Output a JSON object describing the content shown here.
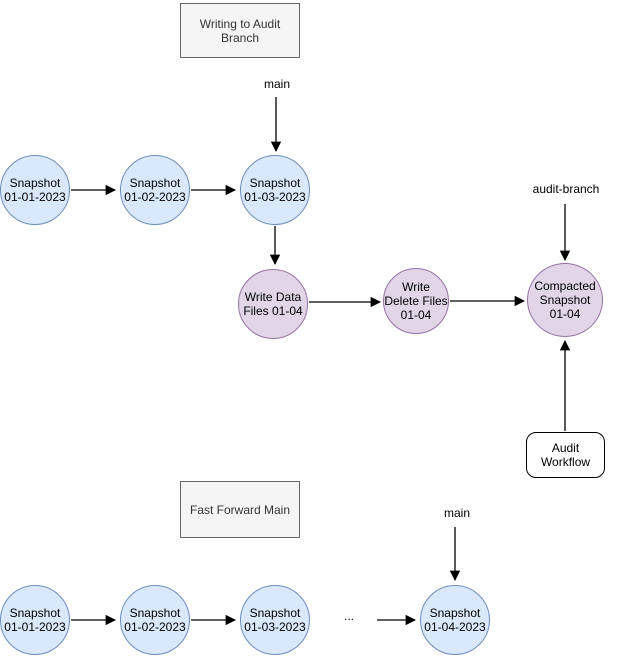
{
  "colors": {
    "snapshot_fill": "#dae8fc",
    "snapshot_stroke": "#6c8ebf",
    "write_fill": "#e1d5e7",
    "write_stroke": "#9673a6",
    "title_box_fill": "#f5f5f5",
    "title_box_stroke": "#666666",
    "workflow_box_fill": "#ffffff",
    "arrow_color": "#000000"
  },
  "section1": {
    "title": "Writing to Audit\nBranch",
    "main_label": "main",
    "audit_branch_label": "audit-branch",
    "snapshots": [
      "Snapshot\n01-01-2023",
      "Snapshot\n01-02-2023",
      "Snapshot\n01-03-2023"
    ],
    "write_data_files": "Write Data\nFiles 01-04",
    "write_delete_files": "Write\nDelete Files\n01-04",
    "compacted_snapshot": "Compacted\nSnapshot\n01-04",
    "audit_workflow": "Audit\nWorkflow"
  },
  "section2": {
    "title": "Fast Forward Main",
    "main_label": "main",
    "ellipsis": "...",
    "snapshots": [
      "Snapshot\n01-01-2023",
      "Snapshot\n01-02-2023",
      "Snapshot\n01-03-2023",
      "Snapshot\n01-04-2023"
    ]
  }
}
